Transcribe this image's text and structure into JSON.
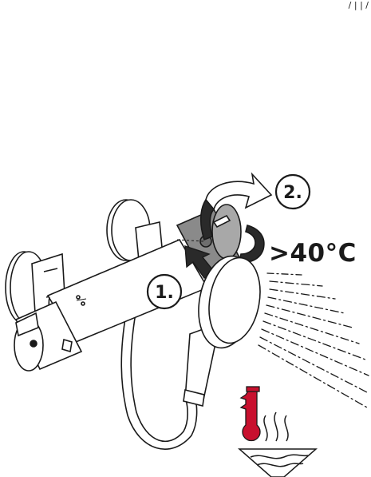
{
  "page": {
    "corner_text": "/ | | /"
  },
  "labels": {
    "step_two": "2.",
    "step_one": "1.",
    "temperature": ">40°C"
  },
  "icons": {
    "rotate": "rotate-arrow-icon",
    "press": "press-arrow-icon",
    "thermometer": "thermometer-icon",
    "hot_water": "hot-water-icon"
  },
  "colors": {
    "thermometer_fill": "#c8102e",
    "line": "#1a1a1a",
    "dark_arrow": "#2a2a2a",
    "grey_sleeve": "#8a8a8a"
  }
}
